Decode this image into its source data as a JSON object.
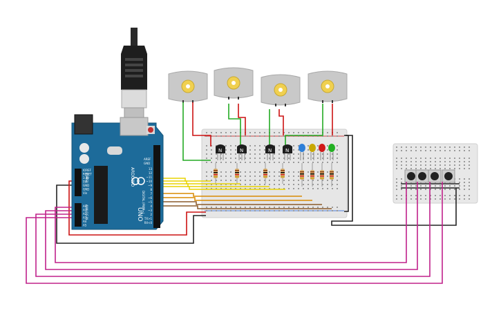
{
  "arduino": {
    "logo_text": "UNO",
    "brand_text": "ARDUINO",
    "header_top_left": "AREF",
    "header_top_right": "GND",
    "digital_label": "DIGITAL (PWM~)",
    "analog_label": "ANALOG IN",
    "power_label": "POWER",
    "pins_digital": [
      "13",
      "12",
      "~11",
      "~10",
      "~9",
      "8",
      "7",
      "~6",
      "~5",
      "4",
      "~3",
      "2",
      "TX>1",
      "RX<0"
    ],
    "pins_power": [
      "IOREF",
      "RESET",
      "3.3V",
      "5V",
      "GND",
      "GND",
      "Vin"
    ],
    "pins_analog": [
      "A0",
      "A1",
      "A2",
      "A3",
      "A4",
      "A5"
    ]
  },
  "transistor_label": "N",
  "colors": {
    "board_blue": "#1d6b9a",
    "wire_green": "#22aa22",
    "wire_red": "#cc1111",
    "wire_yellow": "#e8d400",
    "wire_orange": "#d98a00",
    "wire_magenta": "#c0208a",
    "wire_black": "#222222",
    "wire_brown": "#8a5a2a",
    "breadboard": "#e6e6e6",
    "motor_body": "#c9c9c9",
    "motor_hub": "#f0d050"
  }
}
